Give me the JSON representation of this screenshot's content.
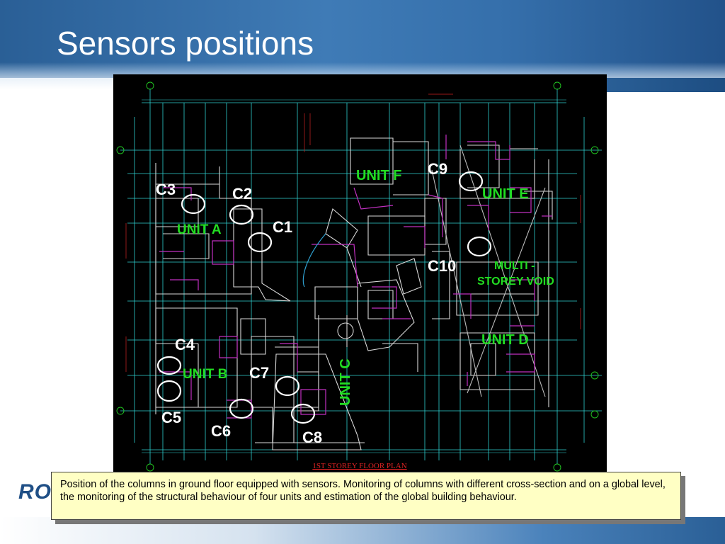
{
  "slide": {
    "title": "Sensors positions",
    "logo_text": "ROC",
    "caption": "Position of the columns in ground floor equipped with sensors. Monitoring of columns with different cross-section and on a global level, the monitoring of the structural behaviour of four units and estimation of the global building behaviour."
  },
  "plan": {
    "plan_title": "1ST STOREY FLOOR PLAN",
    "units": {
      "a": "UNIT A",
      "b": "UNIT B",
      "c": "UNIT C",
      "d": "UNIT D",
      "e": "UNIT E",
      "f": "UNIT F",
      "void_1": "MULTI  -",
      "void_2": "STOREY VOID"
    },
    "sensors": {
      "c1": "C1",
      "c2": "C2",
      "c3": "C3",
      "c4": "C4",
      "c5": "C5",
      "c6": "C6",
      "c7": "C7",
      "c8": "C8",
      "c9": "C9",
      "c10": "C10"
    }
  },
  "colors": {
    "unit_label": "#22dd22",
    "sensor_ring": "#ffffff",
    "grid": "#33dddd",
    "wall": "#dddddd",
    "partition": "#cc33cc",
    "plan_title": "#dd2222"
  }
}
